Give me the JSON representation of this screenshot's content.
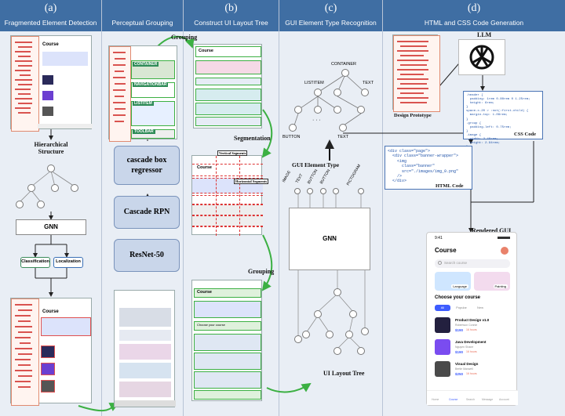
{
  "panels": [
    {
      "letter": "(a)",
      "title": "Fragmented Element Detection"
    },
    {
      "letter": "",
      "title": "Perceptual Grouping"
    },
    {
      "letter": "(b)",
      "title": "Construct UI Layout Tree"
    },
    {
      "letter": "(c)",
      "title": "GUI Element Type Recognition"
    },
    {
      "letter": "(d)",
      "title": "HTML and CSS Code Generation"
    }
  ],
  "panel_a": {
    "app_title": "Course",
    "hierarchical_structure": "Hierarchical\nStructure",
    "gnn": "GNN",
    "classification": "Classification",
    "localization": "Localization"
  },
  "panel_grouping": {
    "regressor": "cascade box\nregressor",
    "rpn": "Cascade RPN",
    "resnet": "ResNet-50",
    "tags": [
      "CONTAINER",
      "NAVIGATIONBAR",
      "LISTITEM",
      "TOOLBAR"
    ]
  },
  "panel_b": {
    "grouping_top": "Grouping",
    "segmentation": "Segmentation",
    "vertical_segments": "Vertical Segments",
    "horizontal_segments": "Horizontal Segments",
    "grouping_bottom": "Grouping",
    "app_title": "Course",
    "choose_course": "Choose your course"
  },
  "panel_c": {
    "container": "CONTAINER",
    "listitem": "LISTITEM",
    "text": "TEXT",
    "button": "BUTTON",
    "text2": "TEXT",
    "dots": "· · ·",
    "gui_element_type": "GUI Element Type",
    "types": [
      "IMAGE",
      "TEXT",
      "BUTTON",
      "BUTTON",
      "PICTOGRAM"
    ],
    "gnn": "GNN",
    "ui_layout_tree": "UI Layout Tree"
  },
  "panel_d": {
    "llm": "LLM",
    "design_prototype": "Design Prototype",
    "css_code_label": "CSS Code",
    "css_code": ".header {\n  padding: 1rem 0.80rem 0 1.25rem;\n  height: 6rem;\n}\nspace-x-20 > :not(:first-child) {\n  margin-top: 1.08rem;\n}\n.group {\n  padding-left: 0.75rem;\n}\n.image {\n  width: 2.48rem;\n  height: 2.94rem;\n}",
    "html_code_label": "HTML Code",
    "html_code": "<div class=\"page\">\n  <div class=\"banner-wrapper\">\n    <img\n      class=\"banner\"\n      src=\"./images/img_0.png\"\n    />\n  </div>",
    "rendered_gui": "Rendered GUI",
    "gui": {
      "time": "9:41",
      "title": "Course",
      "search_placeholder": "Search course",
      "banner1": "Language",
      "banner2": "Painting",
      "choose": "Choose your course",
      "tabs": [
        "All",
        "Popular",
        "New"
      ],
      "courses": [
        {
          "name": "Product Design v1.0",
          "author": "Robertson Connie",
          "price": "$190",
          "hours": "16 hours"
        },
        {
          "name": "Java Development",
          "author": "Nguyen Shane",
          "price": "$190",
          "hours": "16 hours"
        },
        {
          "name": "Visual Design",
          "author": "Bertie Maxwell",
          "price": "$250",
          "hours": "16 hours"
        }
      ],
      "nav": [
        "Home",
        "Course",
        "Search",
        "Message",
        "Account"
      ]
    }
  },
  "colors": {
    "header": "#3f6ea3",
    "panel_bg": "#e9eef5",
    "green": "#3cb043",
    "model_box": "#c9d6ea",
    "accent": "#3d5cff"
  }
}
